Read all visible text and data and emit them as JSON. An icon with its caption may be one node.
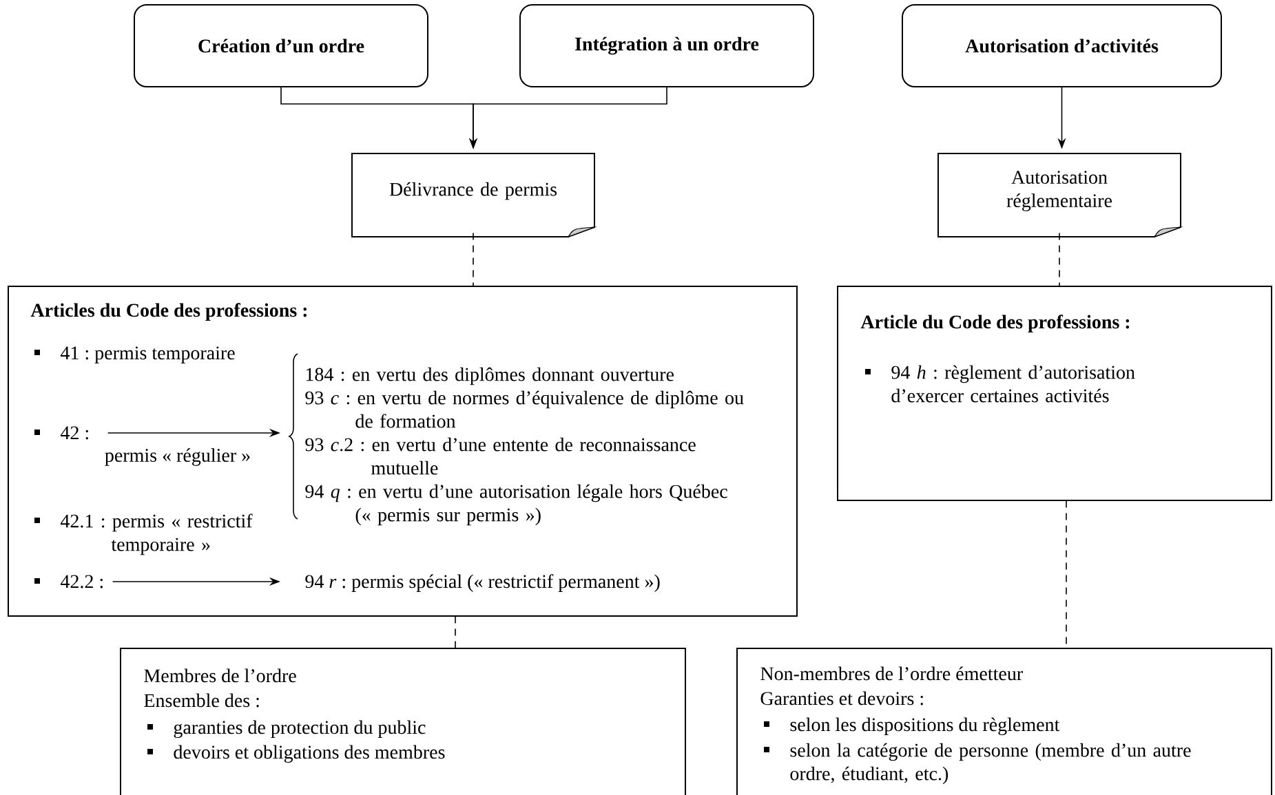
{
  "diagram": {
    "nodes": [
      {
        "text": [
          "Création d’un ordre"
        ]
      },
      {
        "text": [
          "Intégration à un ordre"
        ]
      },
      {
        "text": [
          "Autorisation d’activités"
        ]
      },
      {
        "text": [
          "Délivrance de permis"
        ]
      },
      {
        "text": [
          "Autorisation réglementaire"
        ]
      },
      {
        "text": [
          "Articles du Code des professions :",
          "41 : permis temporaire",
          "42.1 : permis « restrictif temporaire »"
        ]
      },
      {
        "text": [
          "42 :"
        ],
        "in": 5
      },
      {
        "text": [
          "184 : en vertu des diplômes donnant ouverture",
          "93 *c* : en vertu de normes d’équivalence de diplôme ou de formation",
          "93 *c*.2 : en vertu d’une entente de reconnaissance mutuelle",
          "94 *q* : en vertu d’une autorisation légale hors Québec (« permis sur permis »)"
        ],
        "in": 5
      },
      {
        "text": [
          "42.2 :"
        ],
        "in": 5
      },
      {
        "text": [
          "94 *r* : permis spécial (« restrictif permanent »)"
        ],
        "in": 5
      },
      {
        "text": [
          "Article du Code des professions :",
          "94 *h* : règlement d’autorisation d’exercer certaines activités"
        ]
      },
      {
        "text": [
          "Membres de l’ordre",
          "Ensemble des :",
          "garanties de protection du public",
          "devoirs et obligations des membres"
        ]
      },
      {
        "text": [
          "Non-membres de l’ordre émetteur",
          "Garanties et devoirs :",
          "selon les dispositions du règlement",
          "selon la catégorie de personne (membre d’un autre ordre, étudiant, etc.)"
        ]
      }
    ],
    "edges": [
      {
        "from": 0,
        "to": 3,
        "arrow": "to"
      },
      {
        "from": 1,
        "to": 3,
        "arrow": "to"
      },
      {
        "from": 2,
        "to": 4,
        "arrow": "to"
      },
      {
        "from": 3,
        "to": 5,
        "arrow": "none",
        "style": "dashed"
      },
      {
        "from": 4,
        "to": 10,
        "arrow": "none",
        "style": "dashed"
      },
      {
        "from": 6,
        "to": 7,
        "arrow": "to",
        "label": "permis « régulier »"
      },
      {
        "from": 8,
        "to": 9,
        "arrow": "to"
      },
      {
        "from": 5,
        "to": 11,
        "arrow": "none",
        "style": "dashed"
      },
      {
        "from": 10,
        "to": 12,
        "arrow": "none",
        "style": "dashed"
      }
    ]
  }
}
